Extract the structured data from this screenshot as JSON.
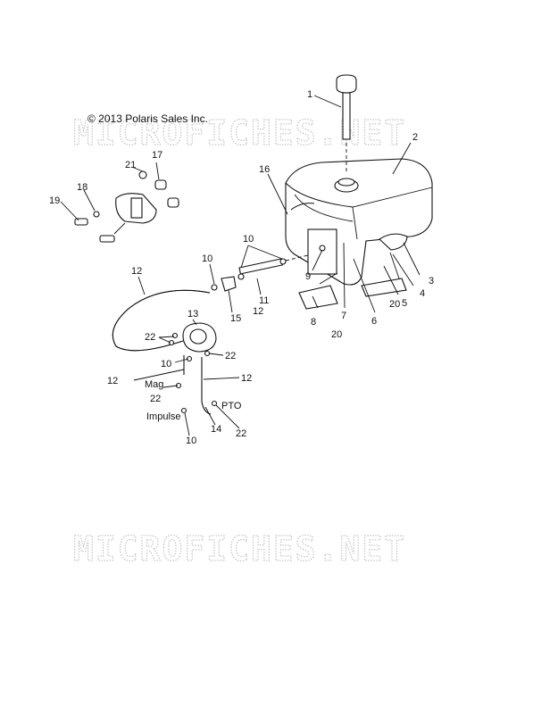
{
  "copyright": "© 2013 Polaris Sales Inc.",
  "watermark": "MICROFICHES.NET",
  "labels": {
    "mag": "Mag",
    "impulse": "Impulse",
    "pto": "PTO"
  },
  "callouts": {
    "c1": "1",
    "c2": "2",
    "c3": "3",
    "c4": "4",
    "c5": "5",
    "c6": "6",
    "c7": "7",
    "c8": "8",
    "c9": "9",
    "c10a": "10",
    "c10b": "10",
    "c10c": "10",
    "c10d": "10",
    "c11": "11",
    "c12a": "12",
    "c12b": "12",
    "c12c": "12",
    "c12d": "12",
    "c13": "13",
    "c14": "14",
    "c15": "15",
    "c16": "16",
    "c17": "17",
    "c18": "18",
    "c19": "19",
    "c20a": "20",
    "c20b": "20",
    "c21": "21",
    "c22a": "22",
    "c22b": "22",
    "c22c": "22",
    "c22d": "22"
  }
}
